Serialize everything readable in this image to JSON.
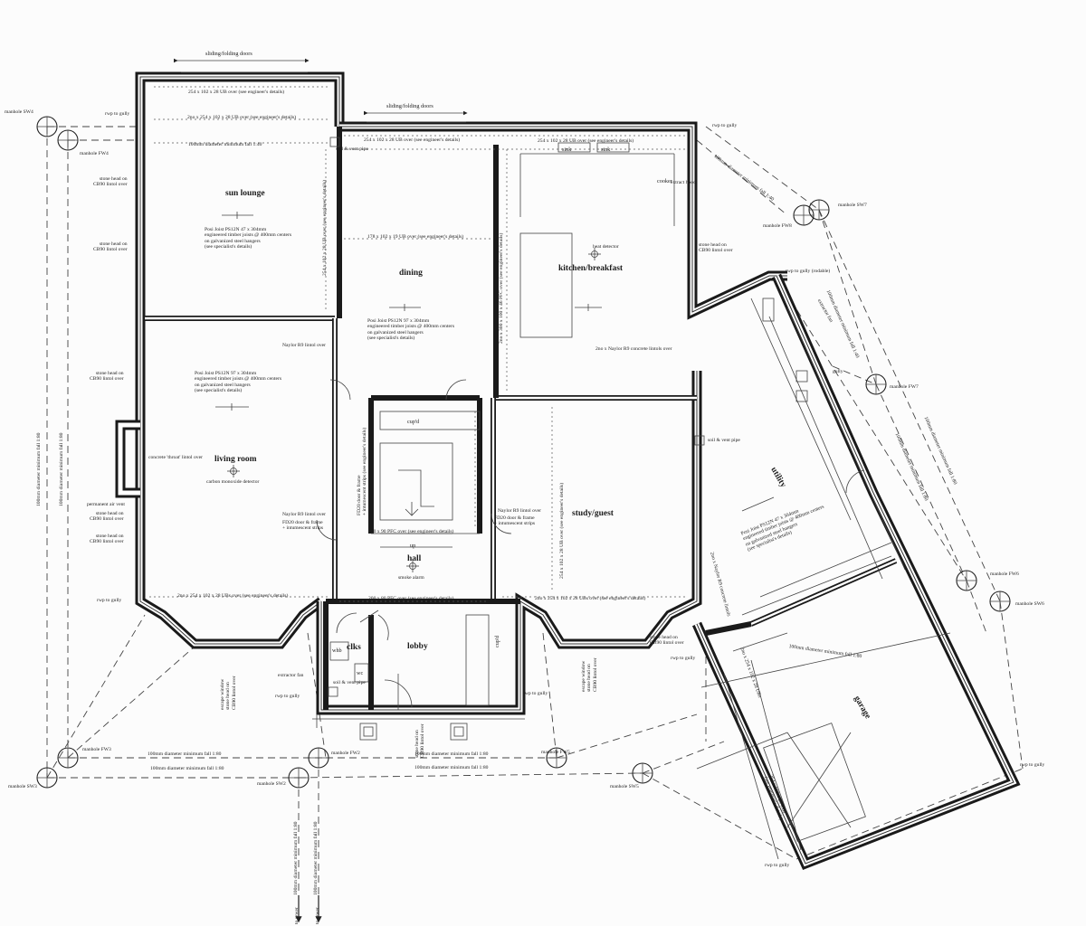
{
  "rooms": {
    "sun_lounge": "sun lounge",
    "dining": "dining",
    "kitchen": "kitchen/breakfast",
    "living": "living room",
    "hall": "hall",
    "study": "study/guest",
    "lobby": "lobby",
    "clks": "clks",
    "utility": "utility",
    "garage": "garage",
    "cupd1": "cup'd",
    "cupd2": "cup'd",
    "wc": "wc",
    "whb": "whb",
    "sink1": "sink",
    "sink2": "sink",
    "cooker": "cooker",
    "up": "up"
  },
  "doors": {
    "sliding_left": "sliding/folding doors",
    "sliding_right": "sliding/folding doors"
  },
  "notes": {
    "beam_sun_top": "254 x 102 x 28 UB over (see engineer's details)",
    "beam_sun_2no": "2no x 254 x 102 x 28 UB over (see engineer's details)",
    "beam_kitchen_top": "254 x 102 x 28 UB over (see engineer's details)",
    "beam_kitchen_2": "254 x 102 x 28 UB over (see engineer's details)",
    "beam_dining": "178 x 102 x 19 UB over (see engineer's details)",
    "joist_sun": "Posi Joist PS12N 47 x 304mm\nengineered timber joists @ 400mm centers\non galvanized steel hangers\n(see specialist's details)",
    "joist_dining": "Posi Joist PS12N 97 x 304mm\nengineered timber joists @ 400mm centers\non galvanized steel hangers\n(see specialist's details)",
    "joist_living": "Posi Joist PS12N 97 x 304mm\nengineered timber joists @ 400mm centers\non galvanized steel hangers\n(see specialist's details)",
    "joist_utility": "Posi Joist PS12N 47 x 304mm\nengineered timber joists @ 400mm centers\non galvanized steel hangers\n(see specialist's details)",
    "heat_detector": "heat detector",
    "smoke_alarm": "smoke alarm",
    "co_detector": "carbon monoxide detector",
    "extract_hood": "extract hood",
    "extractor_fan1": "extractor fan",
    "extractor_fan2": "extractor fan",
    "soil_vent1": "soil & vent pipe",
    "soil_vent2": "soil & vent pipe",
    "soil_vent3": "soil & vent pipe",
    "naylor_living": "Naylor R9 lintol over",
    "naylor_living2": "Naylor R9 lintol over",
    "naylor_study": "Naylor R9 lintol over",
    "naylor_kitchen": "2no x Naylor R9 concrete lintols over",
    "fd20_living": "FD20 door & frame\n+ intumescent strips",
    "fd20_study": "FD20 door & frame\n+ intumescent strips",
    "fd20_hall": "FD20 door & frame\n+ intumescent strips (see engineer's details)",
    "pfc_hall": "200 x 90 PFC over (see engineer's details)",
    "pfc_lobby": "200 x 80 PFC over (see engineer's details)",
    "ub_living_bottom": "2no x 254 x 102 x 28 UBs over (see engineer's details)",
    "ub_study_bottom": "2no x 254 x 102 x 28 UBs over (see engineer's details)",
    "ub_study_vert": "254 x 102 x 28 UB over (see engineer's details)",
    "ub_dining_vert": "254 x 102 x 28 UB over (see engineer's details)",
    "ub_kitchen_vert": "2no x 300 x 100 x 46 PFC over (see engineer's details)",
    "concrete_lintol": "concrete 'throat' lintol over",
    "stone_head1": "stone head on\nCB90 lintol over",
    "stone_head2": "stone head on\nCB90 lintol over",
    "stone_head3": "stone head on\nCB90 lintol over",
    "stone_head4": "stone head on\nCB90 lintol over",
    "stone_head5": "stone head on\nCB90 lintol over",
    "stone_head6": "stone head on\nCB90 lintol over",
    "stone_head7": "stone head on\nCB90 lintol over",
    "permanent_air_vent": "permanent air vent",
    "escape_left": "escape window\nstone head on\nCB90 lintol over",
    "escape_right": "escape window\nstone head on\nCB90 lintol over",
    "stone_head_lobby": "stone head on\nCB90 lintol over",
    "naylor_utility": "2no x Naylor R9 concrete lintols",
    "garage_door": "2no x 254 x 102 x 28 UBs",
    "garage_beam": "254 x 102 x 28 UBs\n(see engineer's details)"
  },
  "drainage": {
    "rwp_gully_1": "rwp to gully",
    "rwp_gully_2": "rwp to gully",
    "rwp_gully_3": "rwp to gully (rodable)",
    "rwp_gully_4": "rwp to gully",
    "rwp_gully_5": "rwp to gully",
    "rwp_gully_6": "rwp to gully",
    "rwp_gully_7": "rwp to gully",
    "rwp_gully_8": "rwp to gully",
    "rwp_gully_9": "rwp to gully",
    "rwp_gully_10": "gully",
    "pipe_top": "100mm diameter minimum fall 1:40",
    "pipe_left1": "100mm diameter minimum fall 1:80",
    "pipe_left2": "100mm diameter minimum fall 1:80",
    "pipe_bottom1": "100mm diameter minimum fall 1:80",
    "pipe_bottom2": "100mm diameter minimum fall 1:80",
    "pipe_bottom3": "100mm diameter minimum fall 1:80",
    "pipe_bottom4": "100mm diameter minimum fall 1:80",
    "pipe_right1": "100mm diameter minimum fall 1:40",
    "pipe_right2": "100mm diameter minimum fall 1:80",
    "pipe_right3": "100mm diameter minimum fall 1:80",
    "pipe_right4": "100mm diameter minimum fall 1:40",
    "pipe_garage": "100mm diameter minimum fall 1:80",
    "pipe_out1": "100mm diameter minimum fall 1:80",
    "pipe_out2": "100mm diameter minimum fall 1:80",
    "to_sewer1": "to sewer",
    "to_sewer2": "to sewer"
  },
  "manholes": {
    "sw4": "manhole SW4",
    "fw4": "manhole FW4",
    "sw3": "manhole SW3",
    "fw3": "manhole FW3",
    "sw2": "manhole SW2",
    "fw2": "manhole FW2",
    "fw5": "manhole FW5",
    "sw5": "manhole SW5",
    "fw6": "manhole FW6",
    "sw6": "manhole SW6",
    "fw7": "manhole FW7",
    "fw8": "manhole FW8",
    "sw7": "manhole SW7"
  }
}
